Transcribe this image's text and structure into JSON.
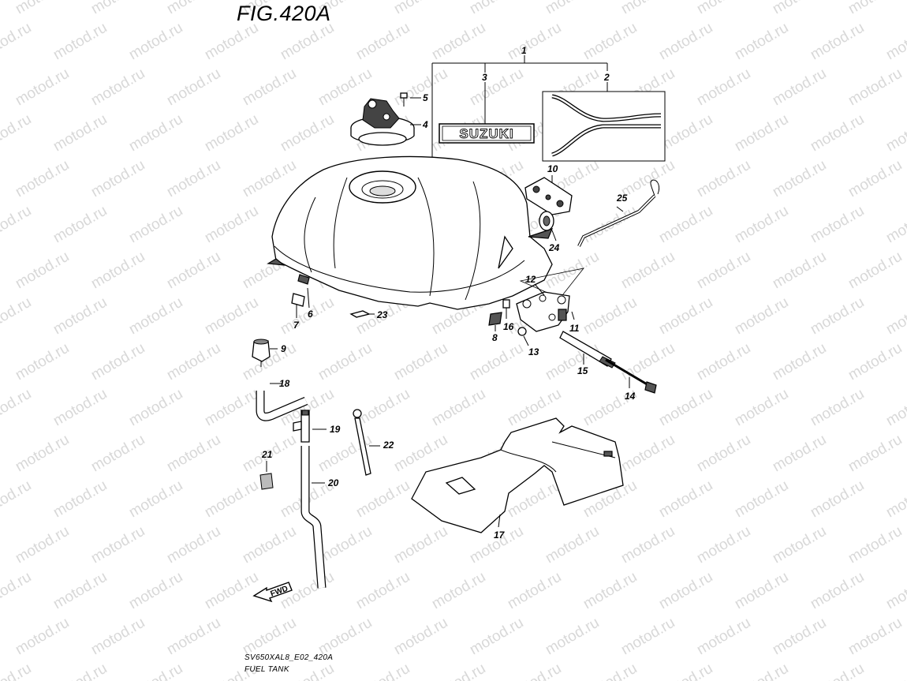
{
  "figure": {
    "title": "FIG.420A",
    "footer_line1": "SV650XAL8_E02_420A",
    "footer_line2": "FUEL TANK"
  },
  "watermark": {
    "text": "motod.ru"
  },
  "logo": {
    "text": "SUZUKI"
  },
  "direction_badge": {
    "text": "FWD"
  },
  "callouts": [
    {
      "id": "1",
      "label": "1"
    },
    {
      "id": "2",
      "label": "2"
    },
    {
      "id": "3",
      "label": "3"
    },
    {
      "id": "4",
      "label": "4"
    },
    {
      "id": "5",
      "label": "5"
    },
    {
      "id": "6",
      "label": "6"
    },
    {
      "id": "7",
      "label": "7"
    },
    {
      "id": "8",
      "label": "8"
    },
    {
      "id": "9",
      "label": "9"
    },
    {
      "id": "10",
      "label": "10"
    },
    {
      "id": "11",
      "label": "11"
    },
    {
      "id": "12",
      "label": "12"
    },
    {
      "id": "13",
      "label": "13"
    },
    {
      "id": "14",
      "label": "14"
    },
    {
      "id": "15",
      "label": "15"
    },
    {
      "id": "16",
      "label": "16"
    },
    {
      "id": "17",
      "label": "17"
    },
    {
      "id": "18",
      "label": "18"
    },
    {
      "id": "19",
      "label": "19"
    },
    {
      "id": "20",
      "label": "20"
    },
    {
      "id": "21",
      "label": "21"
    },
    {
      "id": "22",
      "label": "22"
    },
    {
      "id": "23",
      "label": "23"
    },
    {
      "id": "24",
      "label": "24"
    },
    {
      "id": "25",
      "label": "25"
    }
  ],
  "colors": {
    "line": "#000000",
    "watermark": "#d8d8d8",
    "background": "#ffffff"
  }
}
